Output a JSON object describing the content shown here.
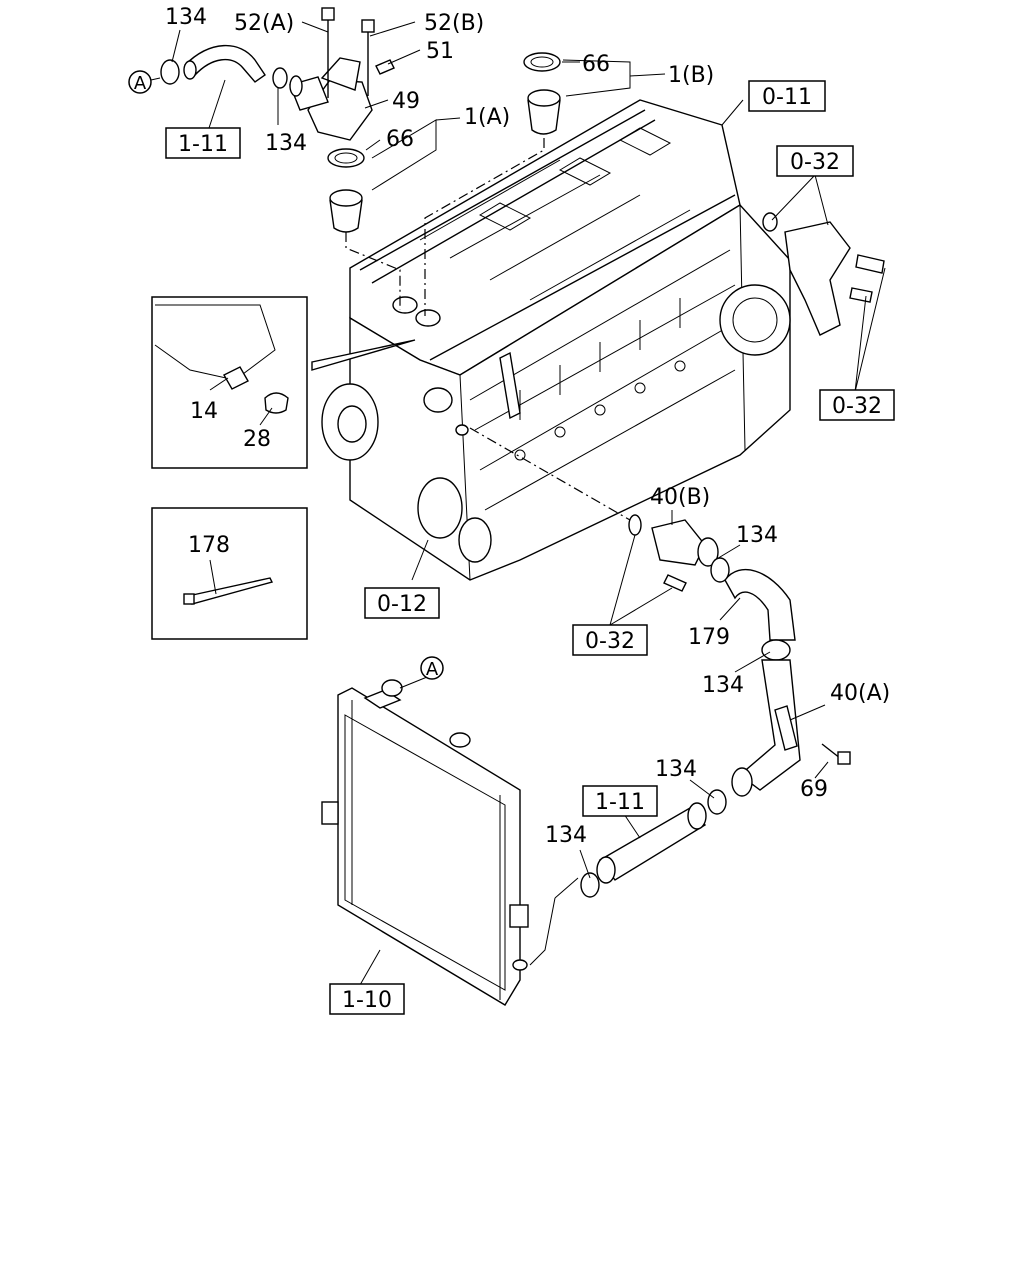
{
  "labels": {
    "p134_a": "134",
    "p52a": "52(A)",
    "p52b": "52(B)",
    "p51": "51",
    "p66_top": "66",
    "p1b": "1(B)",
    "p49": "49",
    "p1a": "1(A)",
    "p66_mid": "66",
    "p134_b": "134",
    "p14": "14",
    "p28": "28",
    "p178": "178",
    "p40b": "40(B)",
    "p134_c": "134",
    "p179": "179",
    "p134_d": "134",
    "p40a": "40(A)",
    "p69": "69",
    "p134_e": "134",
    "p134_f": "134"
  },
  "refs": {
    "r1_11_top": "1-11",
    "r0_11": "0-11",
    "r0_32_a": "0-32",
    "r0_32_b": "0-32",
    "r0_12": "0-12",
    "r0_32_c": "0-32",
    "r1_11_bot": "1-11",
    "r1_10": "1-10"
  },
  "markers": {
    "a_top": "A",
    "a_bot": "A"
  }
}
